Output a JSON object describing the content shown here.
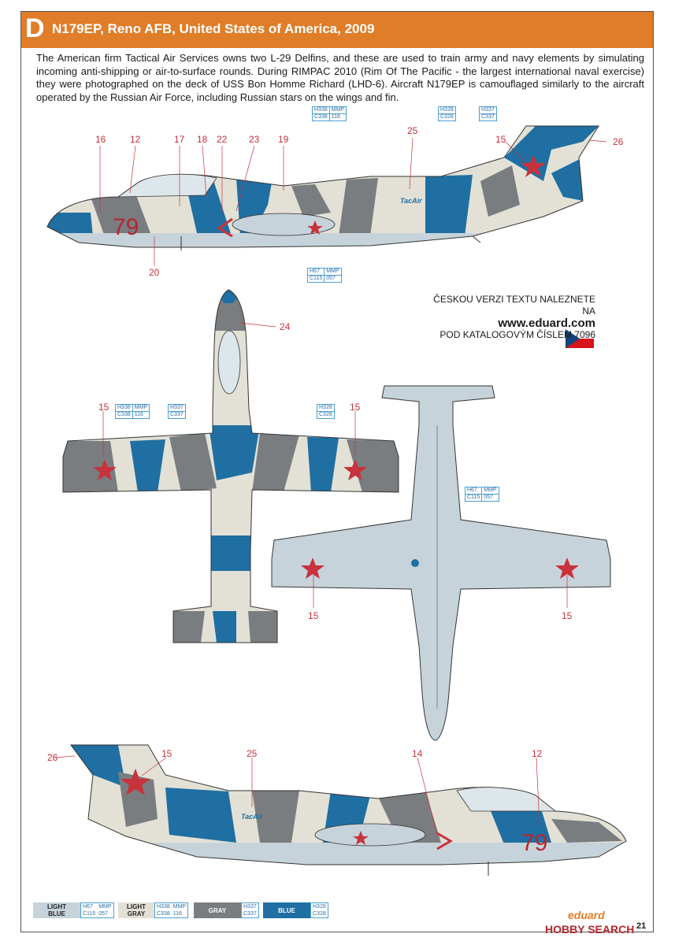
{
  "header": {
    "letter": "D",
    "title": "N179EP, Reno AFB, United States of America, 2009"
  },
  "intro": "The American firm Tactical Air Services owns two L-29 Delfins, and these are used to train army and navy elements by simulating incoming anti-shipping or air-to-surface rounds. During RIMPAC 2010 (Rim Of The Pacific - the largest international naval exercise) they were photographed on the deck of USS Bon Homme Richard (LHD-6). Aircraft N179EP is camouflaged similarly to the aircraft operated by the Russian Air Force, including Russian stars on the wings and fin.",
  "czech_note": {
    "line1": "ČESKOU VERZI TEXTU NALEZNETE NA",
    "url": "www.eduard.com",
    "line3": "POD KATALOGOVÝM ČÍSLEM 7096"
  },
  "aircraft": {
    "tail_number": "79",
    "tacair": "TacAir"
  },
  "callouts": {
    "side_top": [
      "16",
      "12",
      "17",
      "18",
      "22",
      "23",
      "19",
      "25",
      "15",
      "26",
      "20"
    ],
    "plan": [
      "24",
      "15",
      "15"
    ],
    "underside": [
      "15",
      "15"
    ],
    "side_bottom": [
      "26",
      "15",
      "25",
      "14",
      "12"
    ]
  },
  "color_codes": {
    "mmp": "MMP",
    "h338": "H338",
    "c338": "C338",
    "n116": "116",
    "h337": "H337",
    "c337": "C337",
    "h328": "H328",
    "c328": "C328",
    "h67": "H67",
    "c115": "C115",
    "n057": "057"
  },
  "legend": [
    {
      "label_top": "LIGHT",
      "label_bottom": "BLUE",
      "h": "H67",
      "mmp": "MMP",
      "c": "C115",
      "n": "057",
      "color": "#c7d3db",
      "text": "#222"
    },
    {
      "label_top": "LIGHT",
      "label_bottom": "GRAY",
      "h": "H338",
      "mmp": "MMP",
      "c": "C338",
      "n": "116",
      "color": "#e3e1d6",
      "text": "#222"
    },
    {
      "label_top": "GRAY",
      "label_bottom": "",
      "h": "H337",
      "mmp": "",
      "c": "C337",
      "n": "",
      "color": "#7a7d80",
      "text": "#fff"
    },
    {
      "label_top": "BLUE",
      "label_bottom": "",
      "h": "H328",
      "mmp": "",
      "c": "C328",
      "n": "",
      "color": "#1f6fa2",
      "text": "#fff"
    }
  ],
  "footer": {
    "brand": "eduard",
    "page": "21",
    "watermark": "HOBBY SEARCH"
  },
  "colors": {
    "orange": "#e07d28",
    "blue": "#1f6fa2",
    "gray": "#7a7d80",
    "light_gray": "#e3e1d6",
    "light_blue": "#c7d3db",
    "red": "#c8323c"
  }
}
